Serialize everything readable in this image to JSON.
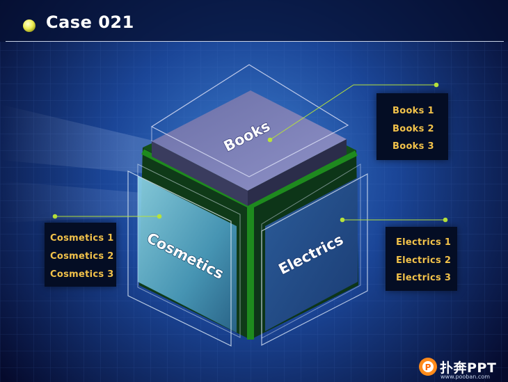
{
  "title": "Case 021",
  "faces": {
    "top": "Books",
    "left": "Cosmetics",
    "right": "Electrics"
  },
  "groups": [
    {
      "name": "books",
      "items": [
        "Books  1",
        "Books  2",
        "Books  3"
      ]
    },
    {
      "name": "cosmetics",
      "items": [
        "Cosmetics  1",
        "Cosmetics  2",
        "Cosmetics  3"
      ]
    },
    {
      "name": "electrics",
      "items": [
        "Electrics  1",
        "Electrics  2",
        "Electrics  3"
      ]
    }
  ],
  "watermark": {
    "brand": "扑奔PPT",
    "url": "www.pooban.com"
  },
  "colors": {
    "background": "#0a1a4a",
    "label_text": "#f2c24a",
    "connector": "#b7e23b",
    "cube_core": "#1e8a1e"
  }
}
